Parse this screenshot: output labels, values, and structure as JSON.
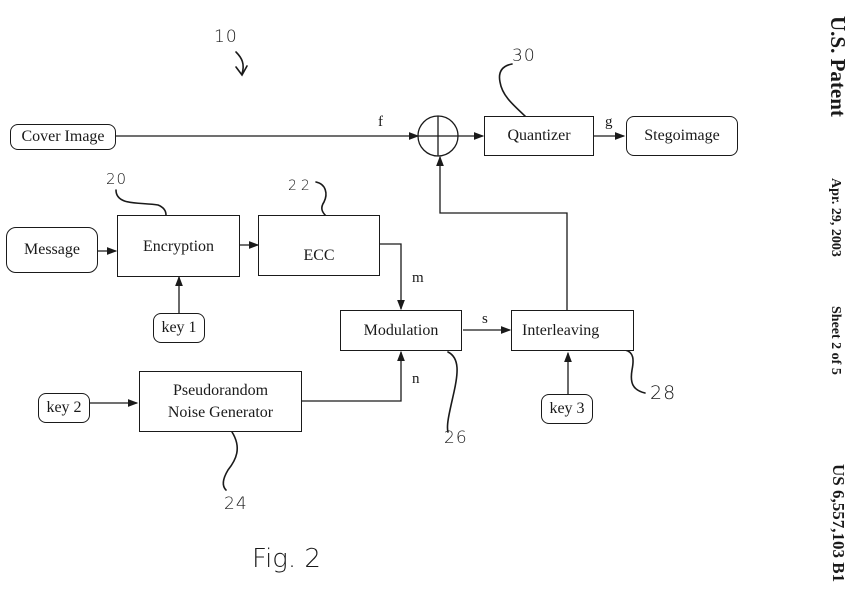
{
  "header": {
    "title": "U.S. Patent",
    "date": "Apr. 29, 2003",
    "sheet": "Sheet 2 of 5",
    "patent_number": "US 6,557,103 B1"
  },
  "figure": {
    "caption": "Fig. 2",
    "system_ref": "10"
  },
  "blocks": {
    "cover_image": "Cover Image",
    "stegoimage": "Stegoimage",
    "quantizer": "Quantizer",
    "message": "Message",
    "encryption": "Encryption",
    "ecc": "ECC",
    "key1": "key 1",
    "modulation": "Modulation",
    "interleaving": "Interleaving",
    "key2": "key 2",
    "prng_line1": "Pseudorandom",
    "prng_line2": "Noise Generator",
    "key3": "key 3",
    "adder_symbol": "+"
  },
  "signals": {
    "f": "f",
    "g": "g",
    "m": "m",
    "n": "n",
    "s": "s"
  },
  "refs": {
    "quantizer": "30",
    "encryption": "20",
    "ecc": "22",
    "prng": "24",
    "modulation": "26",
    "interleaving": "28"
  }
}
